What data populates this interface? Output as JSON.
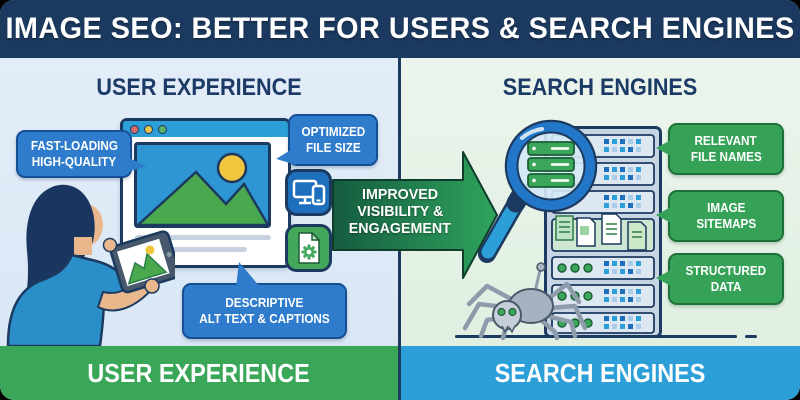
{
  "header": {
    "title": "IMAGE SEO: BETTER FOR USERS & SEARCH ENGINES"
  },
  "left_panel": {
    "heading": "USER EXPERIENCE",
    "callouts": {
      "fast_loading": {
        "line1": "FAST-LOADING",
        "line2": "HIGH-QUALITY"
      },
      "optimized": {
        "line1": "OPTIMIZED",
        "line2": "FILE SIZE"
      },
      "alt_text": {
        "line1": "DESCRIPTIVE",
        "line2": "ALT TEXT & CAPTIONS"
      }
    },
    "icons": [
      "browser-window-illustration",
      "responsive-devices-icon",
      "image-file-gear-icon",
      "person-with-tablet-illustration"
    ],
    "footer_label": "USER EXPERIENCE"
  },
  "arrow": {
    "line1": "IMPROVED",
    "line2": "VISIBILITY &",
    "line3": "ENGAGEMENT"
  },
  "right_panel": {
    "heading": "SEARCH ENGINES",
    "callouts": {
      "file_names": {
        "line1": "RELEVANT",
        "line2": "FILE NAMES"
      },
      "sitemaps": {
        "line1": "IMAGE",
        "line2": "SITEMAPS"
      },
      "structured": {
        "line1": "STRUCTURED",
        "line2": "DATA"
      }
    },
    "icons": [
      "magnifier-icon",
      "server-rack-illustration",
      "crawler-spider-icon"
    ],
    "footer_label": "SEARCH ENGINES"
  },
  "colors": {
    "banner_navy": "#1c3a5f",
    "panel_blue_bg": "#dfe9f5",
    "panel_green_bg": "#e8f2e9",
    "callout_blue": "#2e7ccb",
    "callout_green": "#35a257",
    "footer_green": "#3aa657",
    "footer_blue": "#2d9fd8",
    "arrow_gradient_start": "#155c41",
    "arrow_gradient_end": "#2fa45c"
  }
}
